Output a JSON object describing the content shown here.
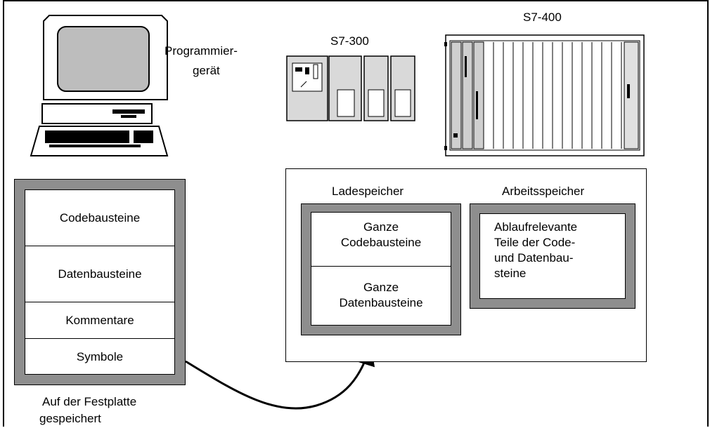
{
  "devices": {
    "pg_label_line1": "Programmier-",
    "pg_label_line2": "gerät",
    "s7_300_label": "S7-300",
    "s7_400_label": "S7-400"
  },
  "pc_storage": {
    "rows": [
      "Codebausteine",
      "Datenbausteine",
      "Kommentare",
      "Symbole"
    ],
    "caption_line1": "Auf der Festplatte",
    "caption_line2": "gespeichert"
  },
  "cpu_memory": {
    "load_memory": {
      "title": "Ladespeicher",
      "block1_line1": "Ganze",
      "block1_line2": "Codebausteine",
      "block2_line1": "Ganze",
      "block2_line2": "Datenbausteine"
    },
    "work_memory": {
      "title": "Arbeitsspeicher",
      "lines": [
        "Ablaufrelevante",
        "Teile der Code-",
        "und Datenbau-",
        "steine"
      ]
    }
  },
  "colors": {
    "frame_gray": "#8e8e8e",
    "line": "#000000"
  }
}
